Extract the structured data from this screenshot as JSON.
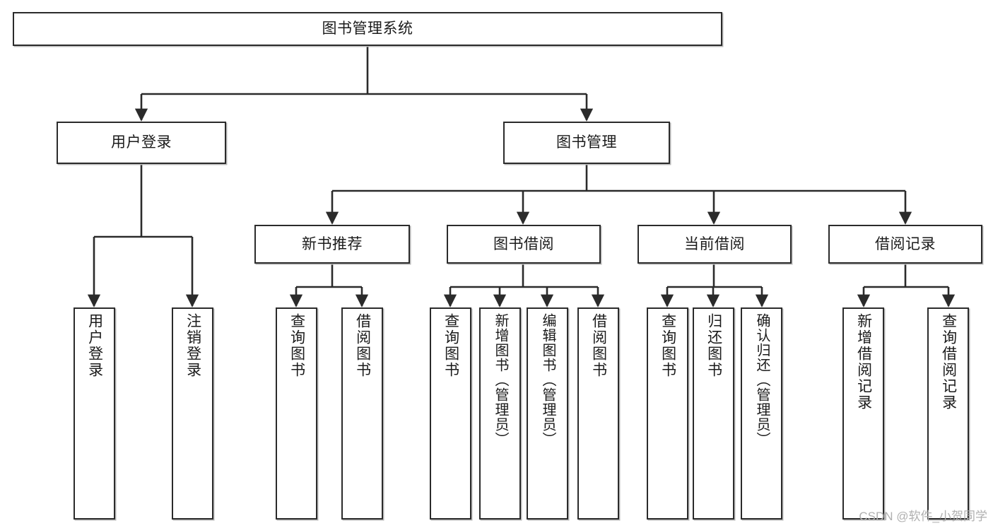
{
  "diagram": {
    "title": "图书管理系统",
    "watermark": "CSDN @软件_小贺同学",
    "colors": {
      "stroke": "#2b2b2b",
      "fill": "#ffffff",
      "shadow": "#b9b9b9",
      "watermark": "#b0b0b0"
    },
    "root": {
      "label": "图书管理系统"
    },
    "level2": [
      {
        "label": "用户登录"
      },
      {
        "label": "图书管理"
      }
    ],
    "level3": [
      {
        "label": "新书推荐"
      },
      {
        "label": "图书借阅"
      },
      {
        "label": "当前借阅"
      },
      {
        "label": "借阅记录"
      }
    ],
    "leaves": [
      {
        "label": "用户登录",
        "parent": "用户登录"
      },
      {
        "label": "注销登录",
        "parent": "用户登录"
      },
      {
        "label": "查询图书",
        "parent": "新书推荐"
      },
      {
        "label": "借阅图书",
        "parent": "新书推荐"
      },
      {
        "label": "查询图书",
        "parent": "图书借阅"
      },
      {
        "label": "新增图书（管理员）",
        "parent": "图书借阅"
      },
      {
        "label": "编辑图书（管理员）",
        "parent": "图书借阅"
      },
      {
        "label": "借阅图书",
        "parent": "图书借阅"
      },
      {
        "label": "查询图书",
        "parent": "当前借阅"
      },
      {
        "label": "归还图书",
        "parent": "当前借阅"
      },
      {
        "label": "确认归还（管理员）",
        "parent": "当前借阅"
      },
      {
        "label": "新增借阅记录",
        "parent": "借阅记录"
      },
      {
        "label": "查询借阅记录",
        "parent": "借阅记录"
      }
    ]
  }
}
